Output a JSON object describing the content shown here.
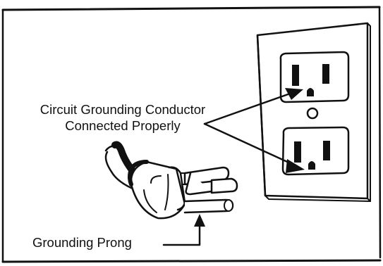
{
  "labels": {
    "conductor_line1": "Circuit Grounding Conductor",
    "conductor_line2": "Connected Properly",
    "prong": "Grounding Prong"
  },
  "colors": {
    "ink": "#111111",
    "background": "#ffffff"
  }
}
